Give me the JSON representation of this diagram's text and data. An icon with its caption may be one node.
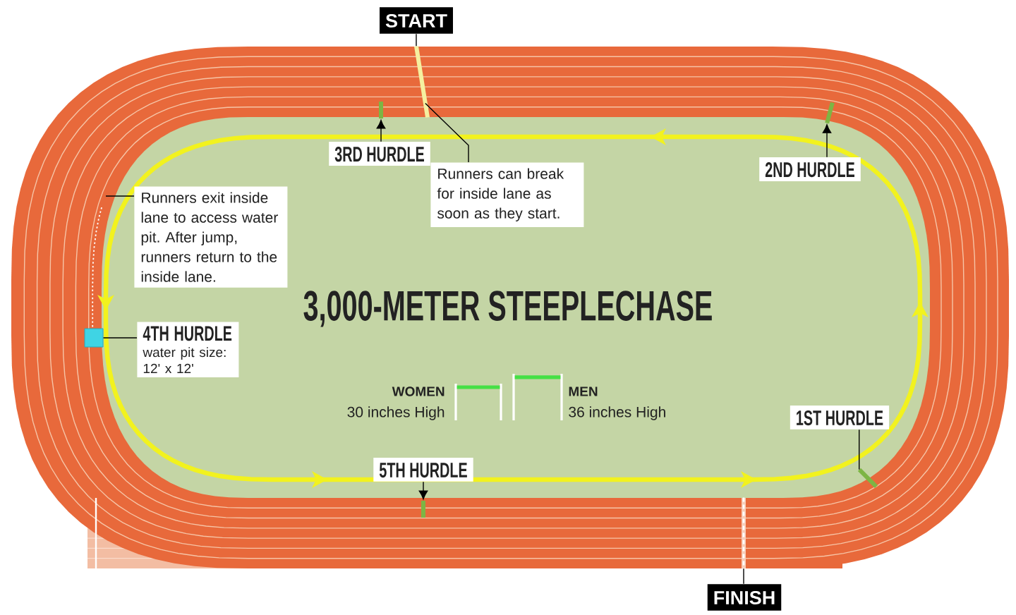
{
  "diagram": {
    "title": "3,000-METER STEEPLECHASE",
    "nodes": [
      {
        "text": [
          "START"
        ]
      },
      {
        "text": [],
        "shape": "bar"
      },
      {
        "text": [
          "3RD HURDLE"
        ]
      },
      {
        "text": [],
        "shape": "bar"
      },
      {
        "text": [
          "Runners can break for inside lane as soon as they start."
        ]
      },
      {
        "text": [
          "2ND HURDLE"
        ]
      },
      {
        "text": [],
        "shape": "bar"
      },
      {
        "text": [
          "Runners exit inside lane to access water pit. After jump, runners return to the inside lane."
        ]
      },
      {
        "text": [
          "4TH HURDLE",
          "water pit size: 12' x 12'"
        ]
      },
      {
        "text": [],
        "shape": "box"
      },
      {
        "text": [
          "1ST HURDLE"
        ]
      },
      {
        "text": [],
        "shape": "bar"
      },
      {
        "text": [
          "5TH HURDLE"
        ]
      },
      {
        "text": [],
        "shape": "bar"
      },
      {
        "text": [
          "FINISH"
        ]
      },
      {
        "text": [],
        "shape": "bar"
      }
    ],
    "edges": [
      {
        "from": 0,
        "to": 1,
        "arrow": "none"
      },
      {
        "from": 4,
        "to": 1,
        "arrow": "none"
      },
      {
        "from": 2,
        "to": 3,
        "arrow": "to"
      },
      {
        "from": 5,
        "to": 6,
        "arrow": "to"
      },
      {
        "from": 7,
        "to": null,
        "arrow": "none"
      },
      {
        "from": 8,
        "to": 9,
        "arrow": "none"
      },
      {
        "from": 10,
        "to": 11,
        "arrow": "none"
      },
      {
        "from": 12,
        "to": 13,
        "arrow": "to"
      },
      {
        "from": 14,
        "to": 15,
        "arrow": "none"
      }
    ],
    "labels": [
      "WOMEN",
      "30 inches High",
      "MEN",
      "36 inches High"
    ]
  }
}
